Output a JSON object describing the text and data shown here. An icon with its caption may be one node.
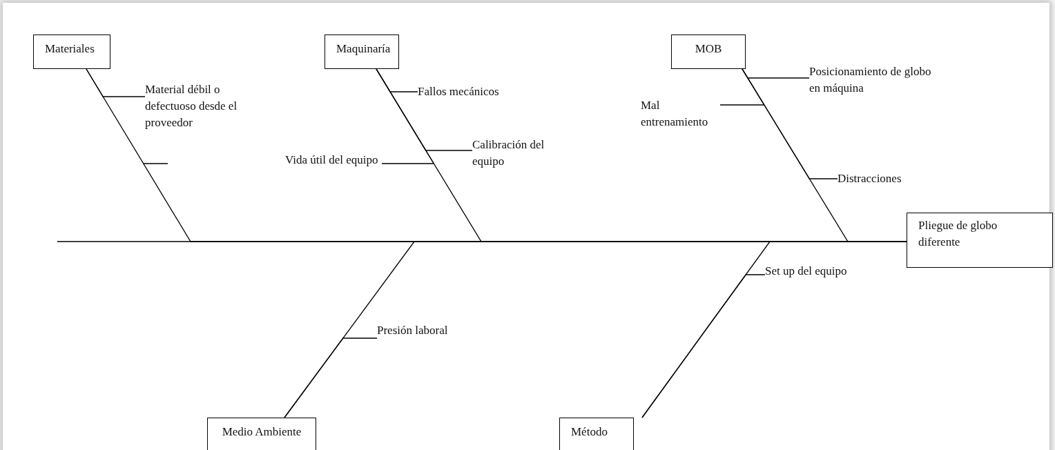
{
  "diagram": {
    "nodes": [
      {
        "text": [
          "Materiales"
        ]
      },
      {
        "text": [
          "Maquinaría"
        ]
      },
      {
        "text": [
          "MOB"
        ]
      },
      {
        "text": [
          "Material débil o defectuoso desde el proveedor"
        ]
      },
      {
        "text": [
          "Fallos mecánicos"
        ]
      },
      {
        "text": [
          "Posicionamiento de globo en máquina"
        ]
      },
      {
        "text": [
          "Mal entrenamiento"
        ]
      },
      {
        "text": [
          "Calibración del equipo"
        ]
      },
      {
        "text": [
          "Vida útil del equipo"
        ]
      },
      {
        "text": [
          "Distracciones"
        ]
      },
      {
        "text": [
          "Pliegue de globo diferente"
        ]
      },
      {
        "text": [
          "Set up del equipo"
        ]
      },
      {
        "text": [
          "Presión laboral"
        ]
      },
      {
        "text": [
          "Medio Ambiente"
        ]
      },
      {
        "text": [
          "Método"
        ]
      }
    ],
    "edges": [
      {
        "from": 0,
        "to": 10,
        "arrow": "none"
      },
      {
        "from": 1,
        "to": 10,
        "arrow": "none"
      },
      {
        "from": 2,
        "to": 10,
        "arrow": "none"
      },
      {
        "from": 13,
        "to": 10,
        "arrow": "none"
      },
      {
        "from": 14,
        "to": 10,
        "arrow": "none"
      },
      {
        "from": 3,
        "to": 0,
        "arrow": "none"
      },
      {
        "from": 4,
        "to": 1,
        "arrow": "none"
      },
      {
        "from": 7,
        "to": 1,
        "arrow": "none"
      },
      {
        "from": 8,
        "to": 1,
        "arrow": "none"
      },
      {
        "from": 5,
        "to": 2,
        "arrow": "none"
      },
      {
        "from": 6,
        "to": 2,
        "arrow": "none"
      },
      {
        "from": 9,
        "to": 2,
        "arrow": "none"
      },
      {
        "from": 12,
        "to": 13,
        "arrow": "none"
      },
      {
        "from": 11,
        "to": 14,
        "arrow": "none"
      }
    ]
  }
}
